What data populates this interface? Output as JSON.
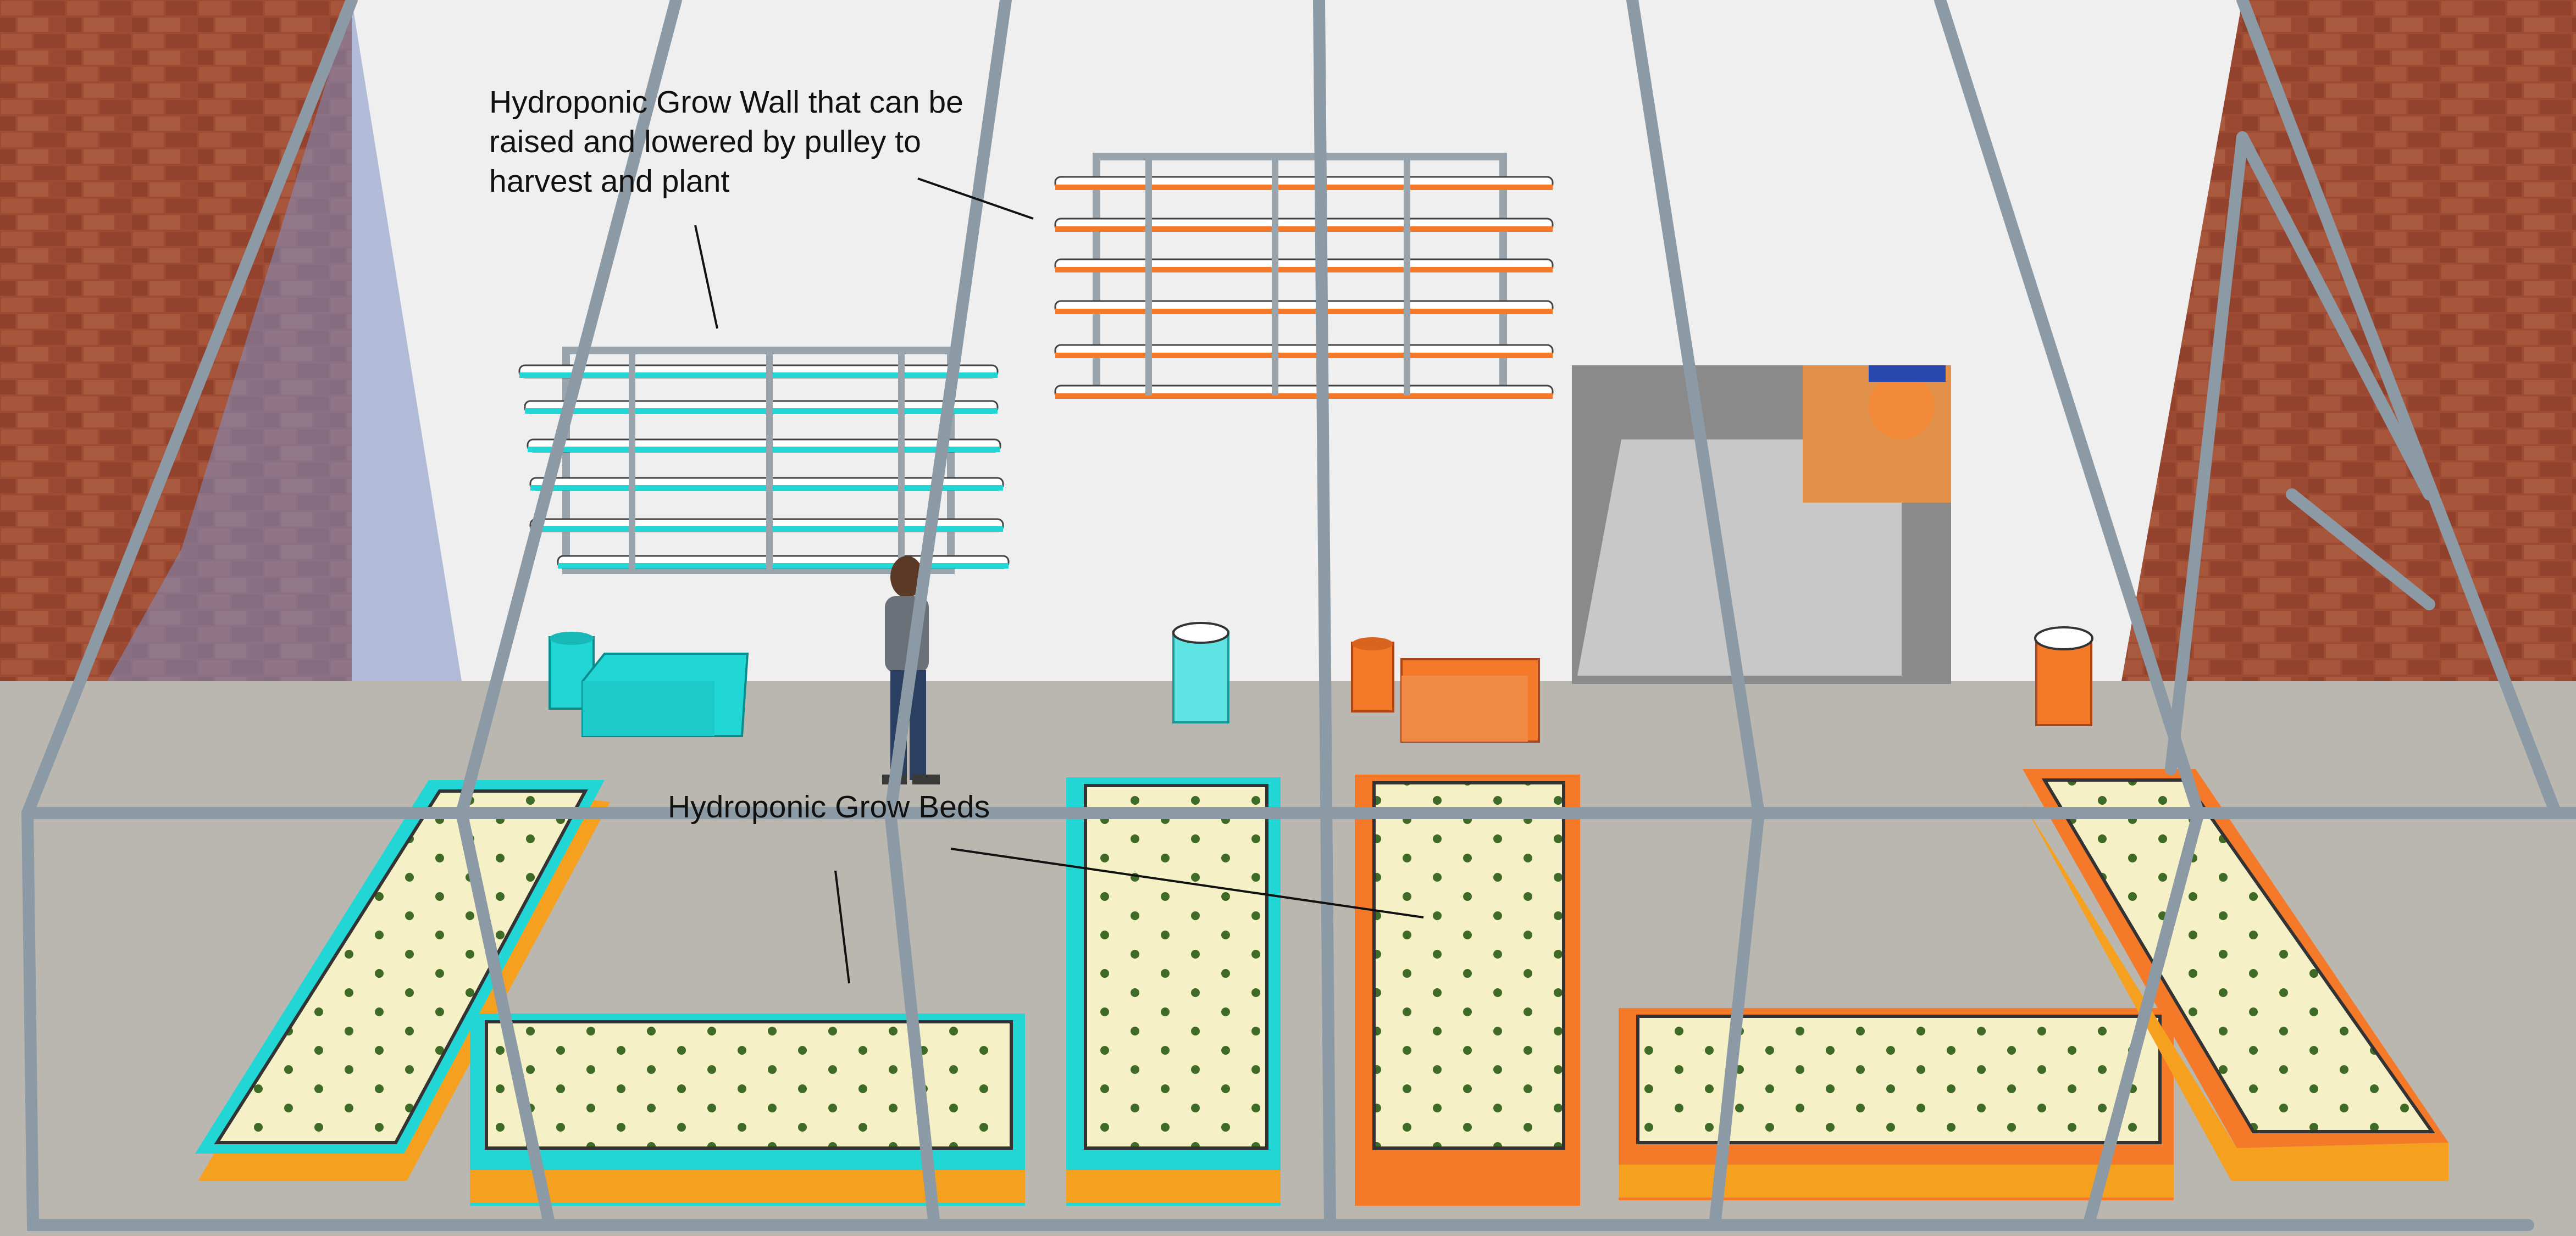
{
  "annotations": {
    "grow_wall": {
      "lines": [
        "Hydroponic Grow Wall that can be",
        "raised and lowered by pulley to",
        "harvest and plant"
      ]
    },
    "grow_beds": {
      "text": "Hydroponic Grow Beds"
    }
  },
  "colors": {
    "cyan": "#22d6d6",
    "orange": "#f47a2a",
    "bed_surface": "#f5f0c6",
    "frame": "#8c9aa6",
    "floor": "#b9b6b0",
    "wall": "#efefef",
    "brick": "#9a4a33"
  }
}
